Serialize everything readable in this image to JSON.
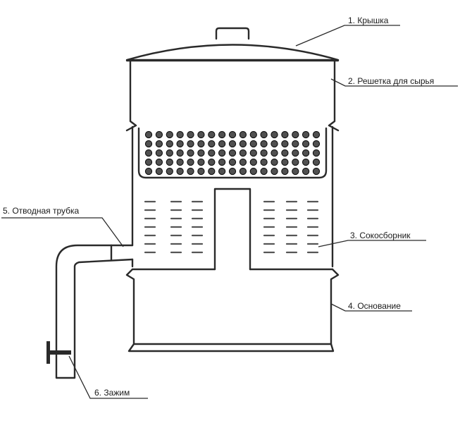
{
  "labels": {
    "lid": "1. Крышка",
    "grate": "2. Решетка для сырья",
    "juice_collector": "3. Сокосборник",
    "base": "4. Основание",
    "outlet_tube": "5. Отводная трубка",
    "clamp": "6. Зажим"
  },
  "grate": {
    "rows": 5,
    "holes_per_row": 17
  },
  "juice_dashes": {
    "columns": 6,
    "rows": 7
  },
  "colors": {
    "line": "#2a2a2a",
    "hole": "#505050",
    "background": "#ffffff"
  }
}
